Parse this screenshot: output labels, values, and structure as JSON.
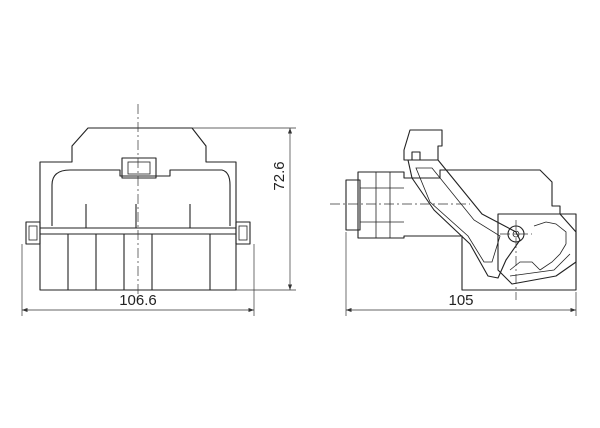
{
  "dimensions": {
    "front_width": "106.6",
    "front_height": "72.6",
    "side_width": "105"
  }
}
